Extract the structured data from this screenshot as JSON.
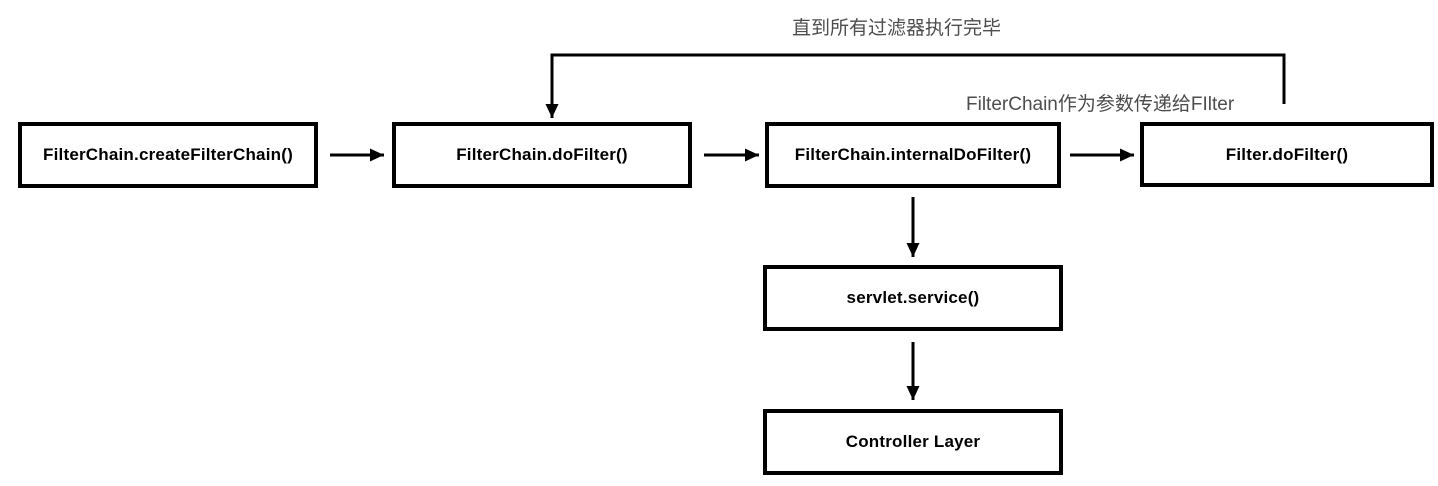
{
  "diagram": {
    "notes": {
      "loop": "直到所有过滤器执行完毕",
      "param": "FilterChain作为参数传递给FIlter"
    },
    "nodes": {
      "create_filter_chain": "FilterChain.createFilterChain()",
      "do_filter": "FilterChain.doFilter()",
      "internal_do_filter": "FilterChain.internalDoFilter()",
      "filter_do_filter": "Filter.doFilter()",
      "servlet_service": "servlet.service()",
      "controller_layer": "Controller Layer"
    },
    "edges": [
      {
        "from": "create_filter_chain",
        "to": "do_filter",
        "type": "arrow"
      },
      {
        "from": "do_filter",
        "to": "internal_do_filter",
        "type": "arrow"
      },
      {
        "from": "internal_do_filter",
        "to": "filter_do_filter",
        "type": "arrow",
        "note": "FilterChain作为参数传递给FIlter"
      },
      {
        "from": "internal_do_filter",
        "to": "servlet_service",
        "type": "arrow"
      },
      {
        "from": "servlet_service",
        "to": "controller_layer",
        "type": "arrow"
      },
      {
        "from": "filter_do_filter",
        "to": "do_filter",
        "type": "loop-arrow",
        "note": "直到所有过滤器执行完毕"
      }
    ],
    "colors": {
      "background": "#ffffff",
      "line": "#000000",
      "box_border": "#000000",
      "box_fill": "#ffffff",
      "box_text": "#000000",
      "note_text": "#4d4d4d"
    }
  }
}
